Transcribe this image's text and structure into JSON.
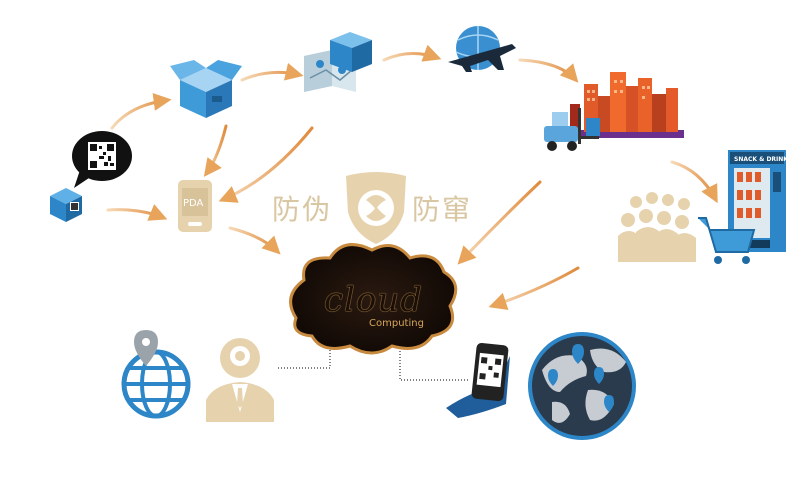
{
  "labels": {
    "left": "防伪",
    "right": "防窜",
    "pda": "PDA",
    "cloud": "cloud",
    "cloud_sub": "Computing",
    "snack_sign": "SNACK & DRINK"
  },
  "colors": {
    "arrow": "#e8a45a",
    "beige": "#e6d3ae",
    "cloud_dark": "#1b0f08",
    "cloud_edge": "#c88a3e",
    "blue": "#2d86c8",
    "globe_dark": "#2a3b4d"
  },
  "icons": [
    "qr-box-icon",
    "speech-bubble-qr-icon",
    "open-box-icon",
    "map-box-icon",
    "airplane-globe-icon",
    "city-forklift-icon",
    "pda-device-icon",
    "shield-icon",
    "crowd-icon",
    "vending-machine-icon",
    "shopping-cart-icon",
    "cloud-icon",
    "location-globe-icon",
    "manager-icon",
    "phone-qr-icon",
    "world-map-icon"
  ]
}
